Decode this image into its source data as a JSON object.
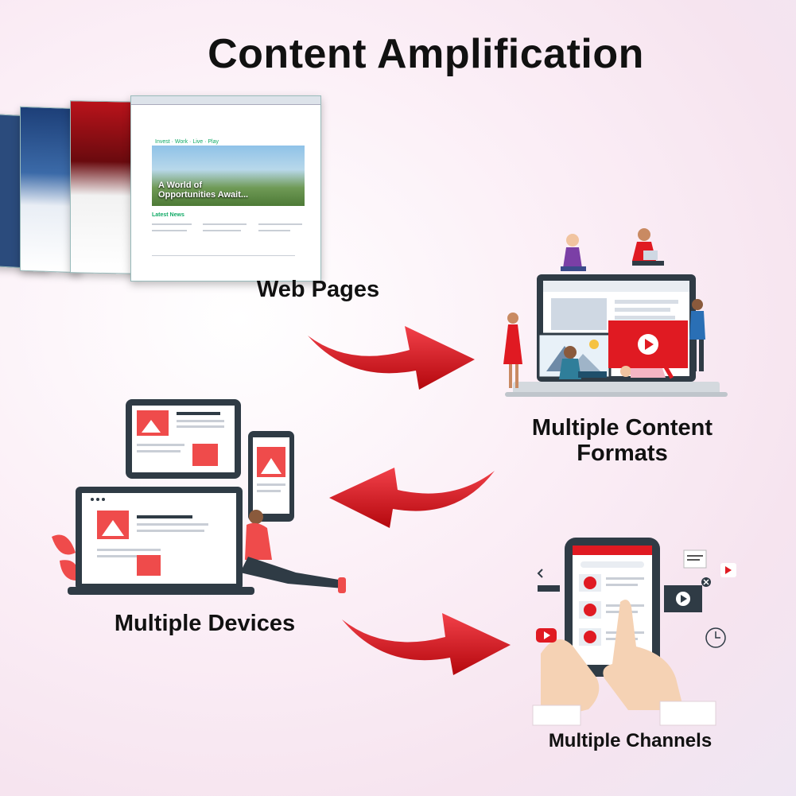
{
  "title": "Content Amplification",
  "nodes": {
    "web_pages": "Web Pages",
    "content_formats": "Multiple Content\nFormats",
    "content_formats_line1": "Multiple Content",
    "content_formats_line2": "Formats",
    "devices": "Multiple Devices",
    "channels": "Multiple Channels"
  },
  "screenshot": {
    "nav": "Invest  ·  Work  ·  Live  ·  Play",
    "hero_line1": "A World of",
    "hero_line2": "Opportunities Await...",
    "news_heading": "Latest News"
  },
  "colors": {
    "arrow": "#e01a22",
    "accent": "#ef4b4b",
    "device_dark": "#2f3b45"
  },
  "edges": [
    {
      "from": "Web Pages",
      "to": "Multiple Content Formats"
    },
    {
      "from": "Multiple Content Formats",
      "to": "Multiple Devices"
    },
    {
      "from": "Multiple Devices",
      "to": "Multiple Channels"
    }
  ]
}
